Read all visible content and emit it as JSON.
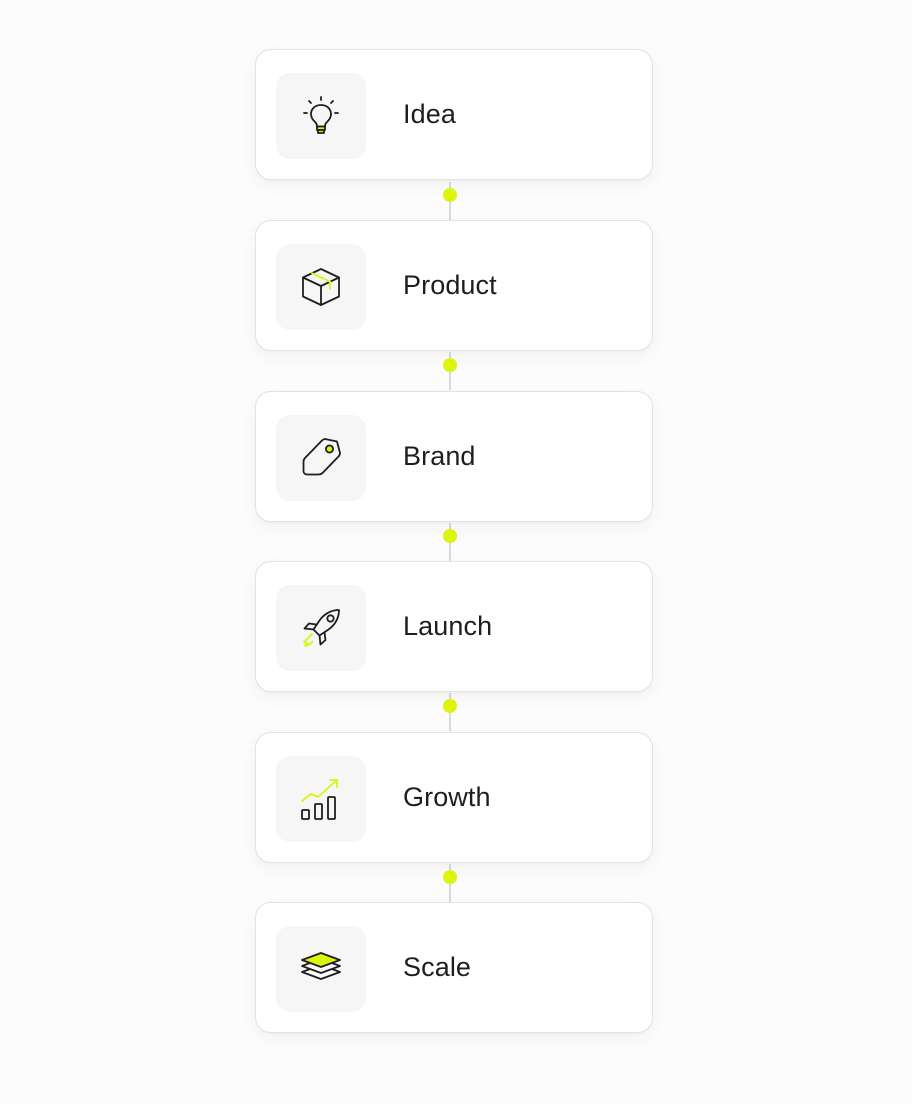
{
  "accent_color": "#dcf40f",
  "ink_color": "#1e1e1e",
  "steps": [
    {
      "label": "Idea",
      "icon": "lightbulb-icon"
    },
    {
      "label": "Product",
      "icon": "box-icon"
    },
    {
      "label": "Brand",
      "icon": "tag-icon"
    },
    {
      "label": "Launch",
      "icon": "rocket-icon"
    },
    {
      "label": "Growth",
      "icon": "growth-chart-icon"
    },
    {
      "label": "Scale",
      "icon": "layers-icon"
    }
  ]
}
